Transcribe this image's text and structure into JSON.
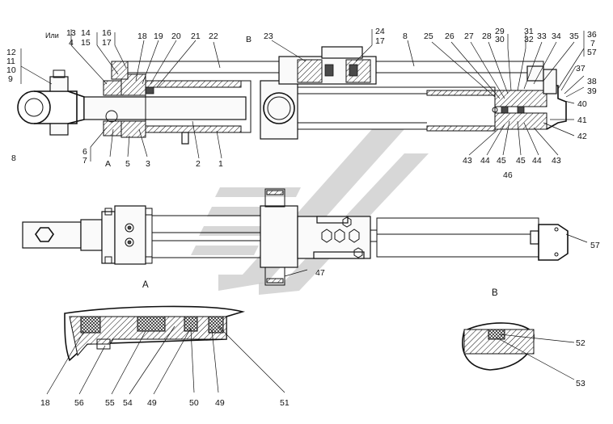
{
  "labels": {
    "ili": "Или",
    "n1": "1",
    "n2": "2",
    "n3": "3",
    "n4": "4",
    "n5": "5",
    "n6": "6",
    "n7": "7",
    "n8": "8",
    "n9": "9",
    "n10": "10",
    "n11": "11",
    "n12": "12",
    "n13": "13",
    "n14": "14",
    "n15": "15",
    "n16": "16",
    "n17": "17",
    "n18": "18",
    "n19": "19",
    "n20": "20",
    "n21": "21",
    "n22": "22",
    "n23": "23",
    "n24": "24",
    "n25": "25",
    "n26": "26",
    "n27": "27",
    "n28": "28",
    "n29": "29",
    "n30": "30",
    "n31": "31",
    "n32": "32",
    "n33": "33",
    "n34": "34",
    "n35": "35",
    "n36": "36",
    "n37": "37",
    "n38": "38",
    "n39": "39",
    "n40": "40",
    "n41": "41",
    "n42": "42",
    "n43": "43",
    "n44": "44",
    "n45": "45",
    "n46": "46",
    "n47": "47",
    "n49": "49",
    "n50": "50",
    "n51": "51",
    "n52": "52",
    "n53": "53",
    "n54": "54",
    "n55": "55",
    "n56": "56",
    "n57": "57",
    "view_a": "А",
    "view_b": "В",
    "ref_a": "А",
    "ref_b": "В"
  },
  "colors": {
    "line": "#111111",
    "watermark": "#c9c9c9"
  }
}
